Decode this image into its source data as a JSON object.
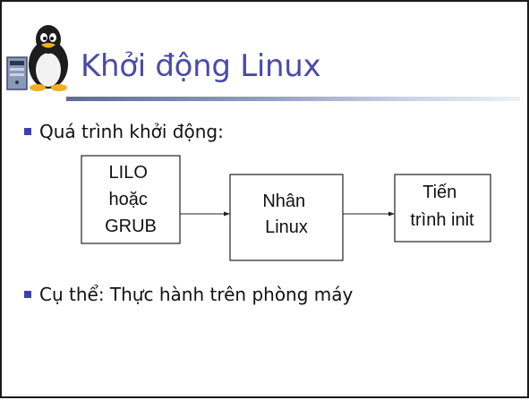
{
  "slide": {
    "title": "Khởi động Linux",
    "bullets": [
      "Quá trình khởi động:",
      "Cụ thể: Thực hành trên phòng máy"
    ]
  },
  "diagram": {
    "boxes": [
      {
        "lines": [
          "LILO",
          "hoặc",
          "GRUB"
        ]
      },
      {
        "lines": [
          "Nhân",
          "Linux"
        ]
      },
      {
        "lines": [
          "Tiến",
          "trình init"
        ]
      }
    ]
  },
  "icons": {
    "logo": "tux-penguin-with-computer-icon"
  },
  "colors": {
    "title": "#4b4ba6",
    "bullet": "#3d3fae",
    "rule": "#7c88b5"
  }
}
